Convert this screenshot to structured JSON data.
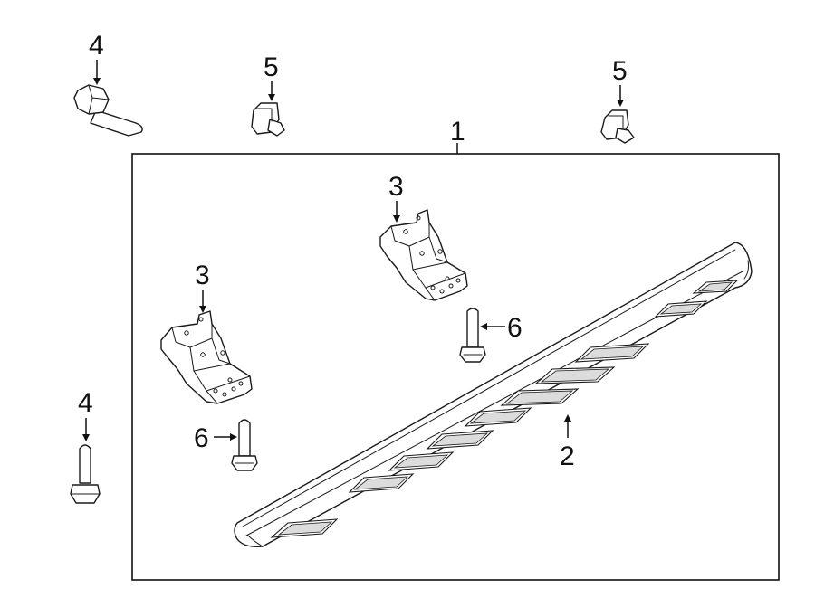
{
  "callouts": {
    "assembly": "1",
    "step_pad": "2",
    "bracket_rear": "3",
    "bracket_front": "3",
    "bolt_top": "4",
    "bolt_bottom": "4",
    "nut_left": "5",
    "nut_right": "5",
    "stud_upper": "6",
    "stud_lower": "6"
  }
}
